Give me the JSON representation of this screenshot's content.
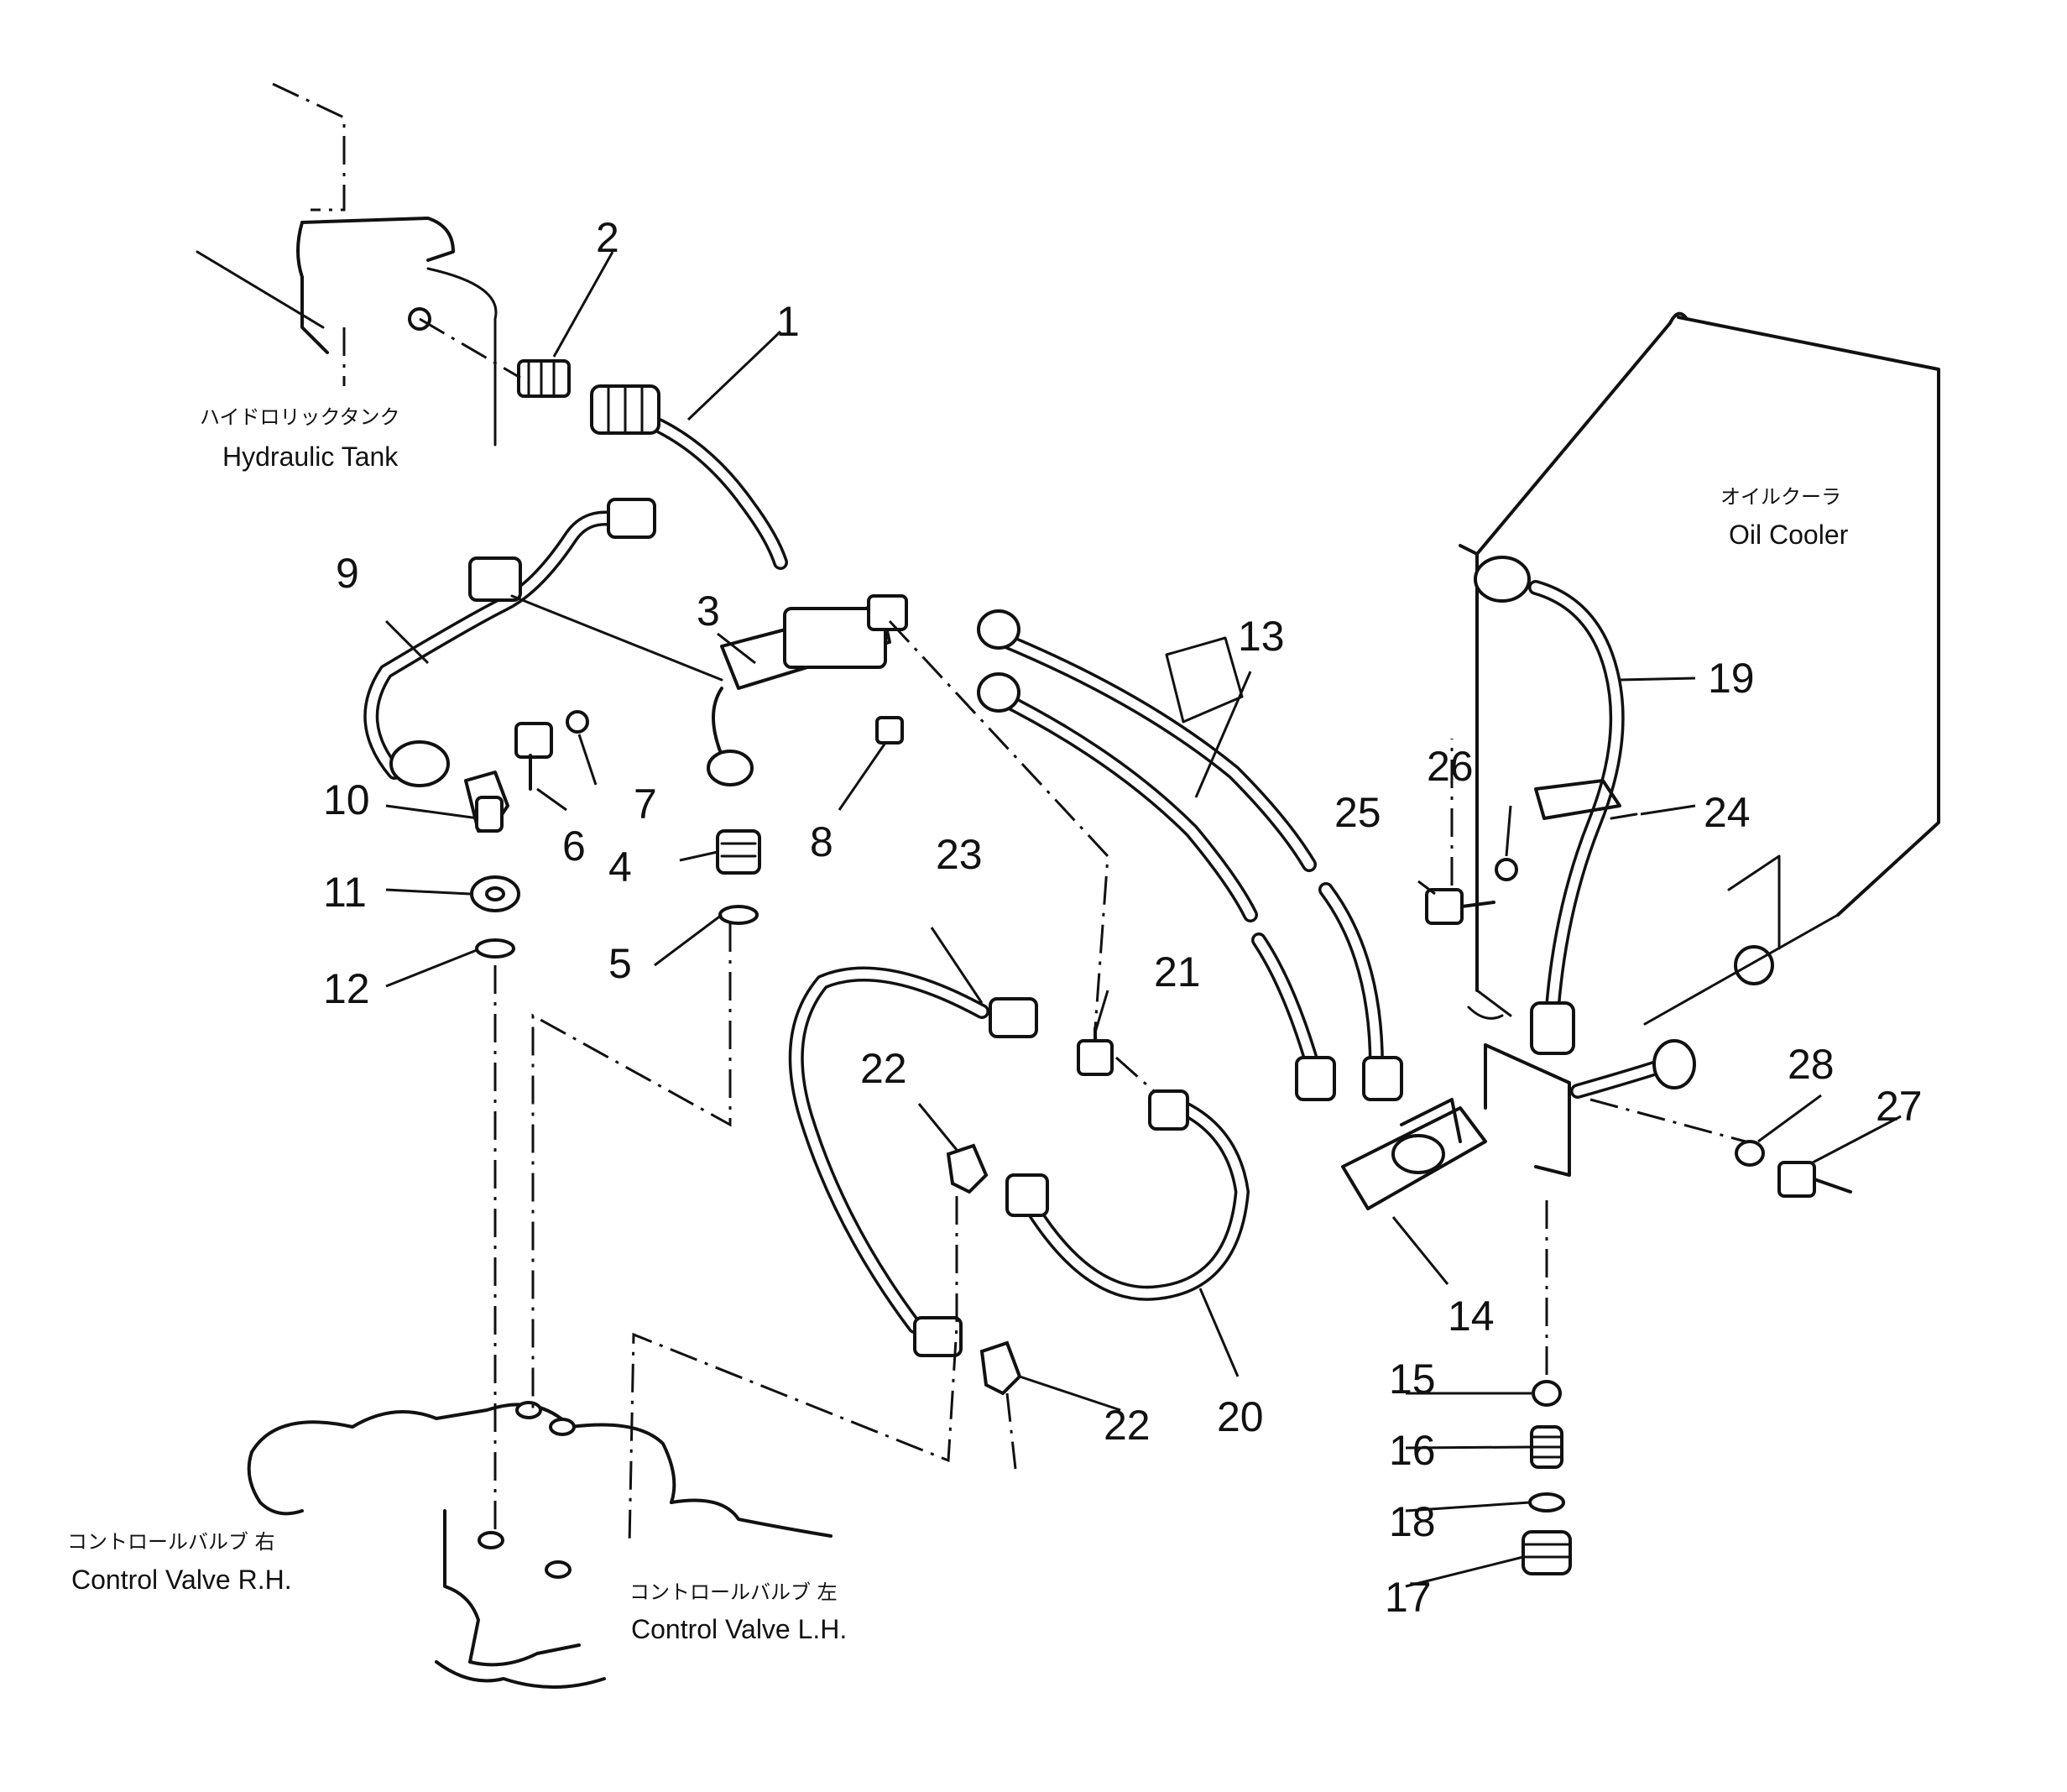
{
  "labels": {
    "hydraulic_tank_jp": "ハイドロリックタンク",
    "hydraulic_tank_en": "Hydraulic Tank",
    "oil_cooler_jp": "オイルクーラ",
    "oil_cooler_en": "Oil Cooler",
    "control_valve_rh_jp": "コントロールバルブ 右",
    "control_valve_rh_en": "Control Valve R.H.",
    "control_valve_lh_jp": "コントロールバルブ 左",
    "control_valve_lh_en": "Control Valve L.H."
  },
  "callouts": [
    "1",
    "2",
    "3",
    "4",
    "5",
    "6",
    "7",
    "8",
    "9",
    "10",
    "11",
    "12",
    "13",
    "14",
    "15",
    "16",
    "17",
    "18",
    "19",
    "20",
    "21",
    "22",
    "22",
    "23",
    "24",
    "25",
    "26",
    "27",
    "28"
  ]
}
